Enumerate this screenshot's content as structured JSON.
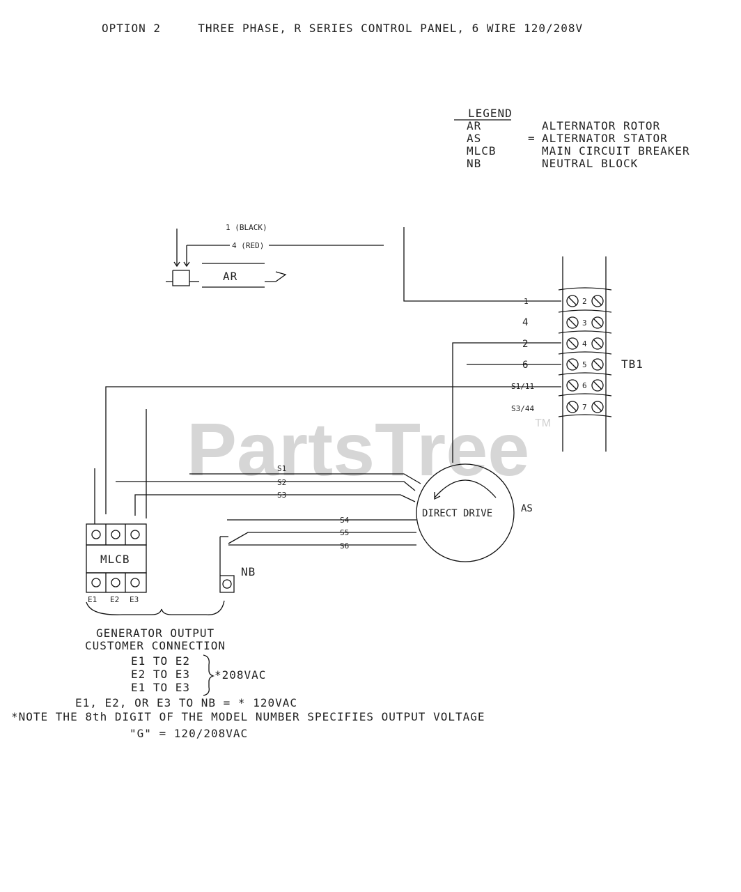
{
  "title": "OPTION 2     THREE PHASE, R SERIES CONTROL PANEL, 6 WIRE 120/208V",
  "legend": {
    "heading": "LEGEND",
    "rows": [
      {
        "code": "AR",
        "sep": "",
        "desc": "ALTERNATOR ROTOR"
      },
      {
        "code": "AS",
        "sep": "=",
        "desc": "ALTERNATOR STATOR"
      },
      {
        "code": "MLCB",
        "sep": "",
        "desc": "MAIN CIRCUIT BREAKER"
      },
      {
        "code": "NB",
        "sep": "",
        "desc": "NEUTRAL BLOCK"
      }
    ]
  },
  "rotor": {
    "label": "AR",
    "wire_black": "1 (BLACK)",
    "wire_red": "4 (RED)"
  },
  "terminal_block": {
    "label": "TB1",
    "terminals": [
      "2",
      "3",
      "4",
      "5",
      "6",
      "7"
    ],
    "wires": [
      "1",
      "4",
      "2",
      "6",
      "S1/11",
      "S3/44"
    ]
  },
  "stator": {
    "label": "AS",
    "center_text": "DIRECT DRIVE",
    "leads": [
      "S1",
      "S2",
      "S3",
      "S4",
      "S5",
      "S6"
    ]
  },
  "breaker": {
    "label": "MLCB",
    "outputs": [
      "E1",
      "E2",
      "E3"
    ]
  },
  "neutral_block": {
    "label": "NB"
  },
  "notes": {
    "line1": "GENERATOR OUTPUT",
    "line2": "CUSTOMER CONNECTION",
    "pair1": "E1 TO E2",
    "pair2": "E2 TO E3",
    "pair3": "E1 TO E3",
    "brace_value": "*208VAC",
    "neutral_line": "E1, E2, OR E3 TO NB = * 120VAC",
    "note_line": "*NOTE THE 8th DIGIT OF THE MODEL NUMBER SPECIFIES OUTPUT VOLTAGE",
    "g_line": "\"G\" = 120/208VAC"
  },
  "watermark": {
    "text": "PartsTree",
    "tm": "TM"
  }
}
